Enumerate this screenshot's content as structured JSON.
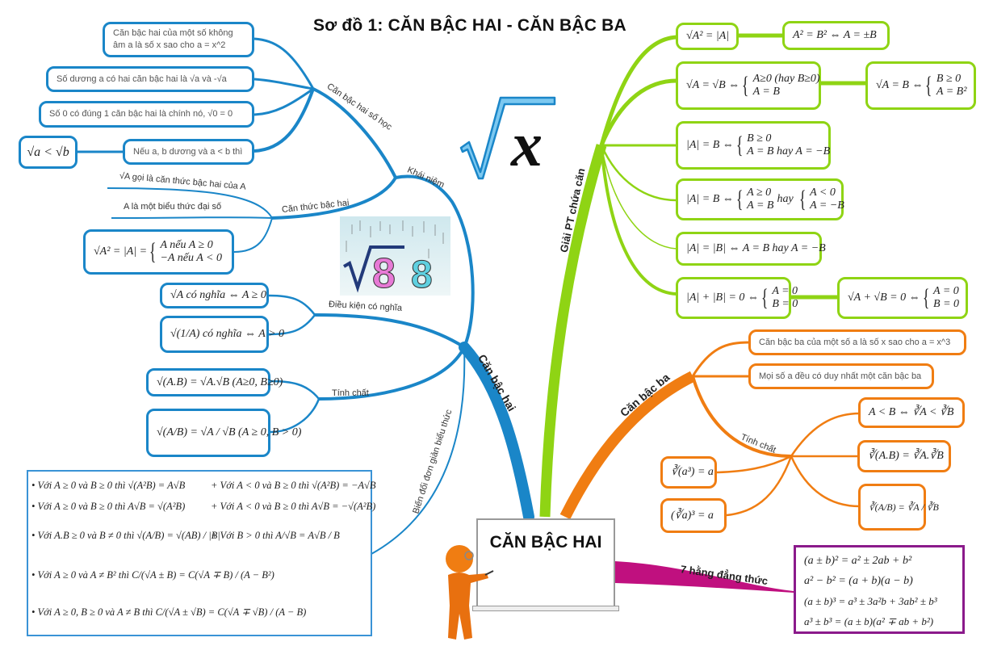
{
  "title": "Sơ đồ 1: CĂN BẬC HAI - CĂN BẬC BA",
  "center": {
    "label": "CĂN BẬC HAI",
    "icon": "teacher-figure-icon"
  },
  "colors": {
    "blue": "#1a86c8",
    "green": "#8fd414",
    "orange": "#f07d12",
    "magenta": "#c0107f",
    "purple": "#8b1a8b"
  },
  "branches": {
    "can_bac_hai": {
      "label": "Căn bậc hai",
      "khai_niem": {
        "label": "Khái niệm",
        "so_hoc": {
          "label": "Căn bậc hai số học",
          "items": [
            "Căn bậc hai của một số không",
            "âm a là số x sao cho a = x^2",
            "Số dương a có hai căn bậc hai là √a và -√a",
            "Số 0 có đúng 1 căn bậc hai là chính nó, √0 = 0",
            "Nếu a, b dương và a < b thì"
          ],
          "result": "√a < √b"
        },
        "can_thuc": {
          "label": "Căn thức bậc hai",
          "items": [
            "√A gọi là căn thức bậc hai của A",
            "A là một biểu thức đại số"
          ],
          "formula_lhs": "√A² = |A| =",
          "formula_case1": "A    nếu A ≥ 0",
          "formula_case2": "−A  nếu A < 0"
        }
      },
      "dieu_kien": {
        "label": "Điều kiện có nghĩa",
        "items": [
          "√A  có nghĩa ⇔ A ≥ 0",
          "√(1/A)  có nghĩa ⇔ A > 0"
        ]
      },
      "tinh_chat": {
        "label": "Tính chất",
        "items": [
          "√(A.B) = √A.√B  (A≥0, B≥0)",
          "√(A/B) = √A / √B  (A ≥ 0, B > 0)"
        ]
      },
      "bien_doi": {
        "label": "Biến đổi đơn giản biểu thức",
        "rules": [
          "• Với A ≥ 0 và B ≥ 0 thì √(A²B) = A√B",
          "+ Với A < 0 và B ≥ 0 thì √(A²B) = −A√B",
          "• Với A ≥ 0 và B ≥ 0 thì A√B = √(A²B)",
          "+ Với A < 0 và B ≥ 0 thì A√B = −√(A²B)",
          "• Với A.B ≥ 0 và B ≠ 0 thì √(A/B) = √(AB) / |B|",
          "+ Với B > 0 thì A/√B = A√B / B",
          "• Với A ≥ 0 và A ≠ B² thì C/(√A ± B) = C(√A ∓ B) / (A − B²)",
          "• Với A ≥ 0, B ≥ 0 và A ≠ B thì C/(√A ± √B) = C(√A ∓ √B) / (A − B)"
        ]
      }
    },
    "giai_pt": {
      "label": "Giải PT chứa căn",
      "items": [
        "√A² = |A|",
        "A² = B² ⇔ A = ±B",
        "√A = √B ⇔",
        "A≥0 (hay B≥0)",
        "A = B",
        "√A = B ⇔",
        "B ≥ 0",
        "A = B²",
        "|A| = B ⇔",
        "B ≥ 0",
        "A = B  hay  A = −B",
        "|A| = B ⇔",
        "A ≥ 0",
        "A = B",
        "hay",
        "A < 0",
        "A = −B",
        "|A| = |B| ⇔ A = B hay A = −B",
        "|A| + |B| = 0 ⇔",
        "A = 0",
        "B = 0",
        "√A + √B = 0 ⇔",
        "A = 0",
        "B = 0"
      ]
    },
    "can_bac_ba": {
      "label": "Căn bậc ba",
      "items": [
        "Căn bậc ba của một số a là số x sao cho a = x^3",
        "Mọi số a đều có duy nhất một căn bậc ba"
      ],
      "tinh_chat": {
        "label": "Tính chất",
        "items": [
          "A < B ⇔ ∛A < ∛B",
          "∛(A.B) = ∛A.∛B",
          "∛(A/B) = ∛A / ∛B",
          "∛(a³) = a",
          "(∛a)³ = a"
        ]
      }
    },
    "hang_dang_thuc": {
      "label": "7 hằng đẳng thức",
      "rows": [
        "(a ± b)² = a² ± 2ab + b²",
        "a² − b² = (a + b)(a − b)",
        "(a ± b)³ = a³ ± 3a²b + 3ab² ± b³",
        "a³ ± b³ = (a ± b)(a² ∓ ab + b²)"
      ]
    }
  },
  "decorations": {
    "sqrt_x_symbol": "x",
    "sqrt8_cartoon_digit": "8"
  }
}
